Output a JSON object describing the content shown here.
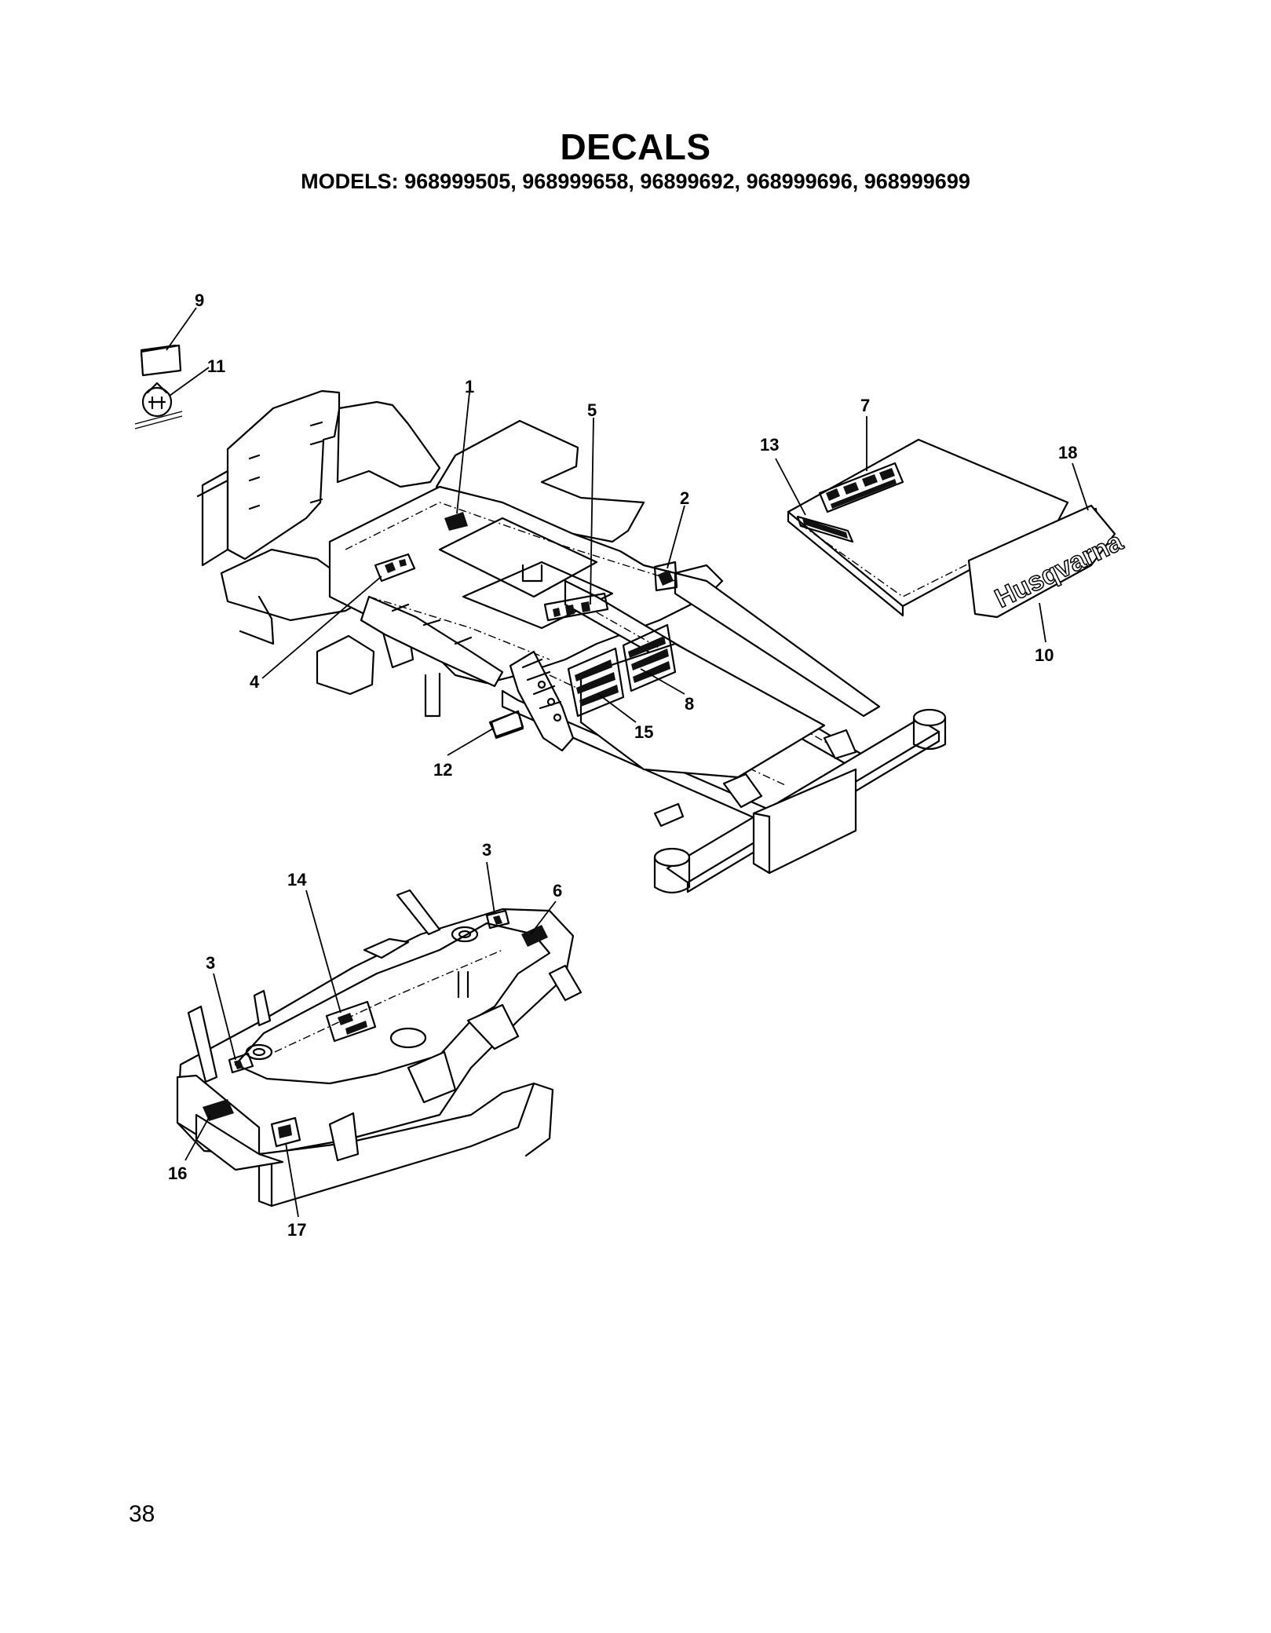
{
  "header": {
    "title": "DECALS",
    "models": "MODELS: 968999505, 968999658, 96899692, 968999696, 968999699"
  },
  "callouts": {
    "c1": "1",
    "c2": "2",
    "c3a": "3",
    "c3b": "3",
    "c4": "4",
    "c5": "5",
    "c6": "6",
    "c7": "7",
    "c8": "8",
    "c9": "9",
    "c10": "10",
    "c11": "11",
    "c12": "12",
    "c13": "13",
    "c14": "14",
    "c15": "15",
    "c16": "16",
    "c17": "17",
    "c18": "18"
  },
  "brand_logo": "Husqvarna",
  "footer": {
    "page_number": "38"
  }
}
